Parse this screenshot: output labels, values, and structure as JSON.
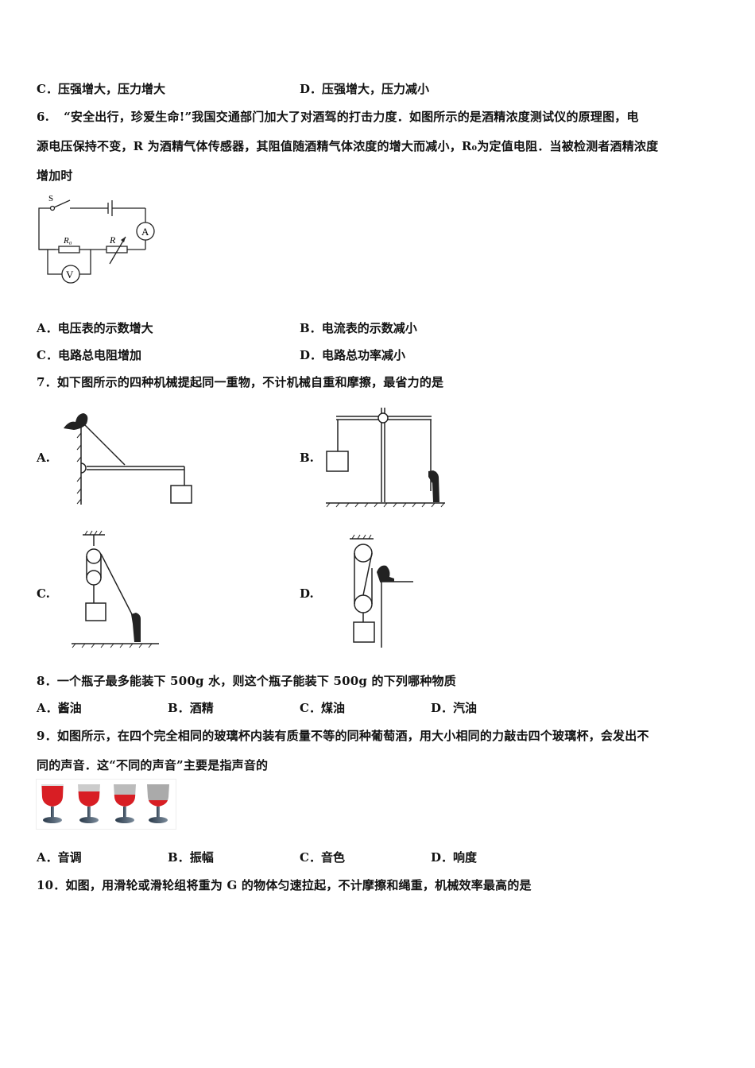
{
  "q5": {
    "options": [
      {
        "label": "C．",
        "text": "压强增大，压力增大"
      },
      {
        "label": "D．",
        "text": "压强增大，压力减小"
      }
    ]
  },
  "q6": {
    "number": "6.",
    "lines": [
      "“安全出行，珍爱生命!”我国交通部门加大了对酒驾的打击力度．如图所示的是酒精浓度测试仪的原理图，电",
      "源电压保持不变，R 为酒精气体传感器，其阻值随酒精气体浓度的增大而减小，R₀为定值电阻．当被检测者酒精浓度",
      "增加时"
    ],
    "figure": {
      "switch_label": "S",
      "ammeter_label": "A",
      "voltmeter_label": "V",
      "r0_label": "R₀",
      "r_label": "R"
    },
    "options": [
      {
        "label": "A．",
        "text": "电压表的示数增大"
      },
      {
        "label": "B．",
        "text": "电流表的示数减小"
      },
      {
        "label": "C．",
        "text": "电路总电阻增加"
      },
      {
        "label": "D．",
        "text": "电路总功率减小"
      }
    ]
  },
  "q7": {
    "text": "7．如下图所示的四种机械提起同一重物，不计机械自重和摩擦，最省力的是",
    "figure_labels": [
      "A.",
      "B.",
      "C.",
      "D."
    ]
  },
  "q8": {
    "text": "8．一个瓶子最多能装下 500g 水，则这个瓶子能装下 500g 的下列哪种物质",
    "options": [
      {
        "label": "A．",
        "text": "酱油"
      },
      {
        "label": "B．",
        "text": "酒精"
      },
      {
        "label": "C．",
        "text": "煤油"
      },
      {
        "label": "D．",
        "text": "汽油"
      }
    ]
  },
  "q9": {
    "lines": [
      "9．如图所示，在四个完全相同的玻璃杯内装有质量不等的同种葡萄酒，用大小相同的力敲击四个玻璃杯，会发出不",
      "同的声音．这“不同的声音”主要是指声音的"
    ],
    "wine_color": "#d81e24",
    "options": [
      {
        "label": "A．",
        "text": "音调"
      },
      {
        "label": "B．",
        "text": "振幅"
      },
      {
        "label": "C．",
        "text": "音色"
      },
      {
        "label": "D．",
        "text": "响度"
      }
    ]
  },
  "q10": {
    "text": "10．如图，用滑轮或滑轮组将重为 G 的物体匀速拉起，不计摩擦和绳重，机械效率最高的是"
  }
}
